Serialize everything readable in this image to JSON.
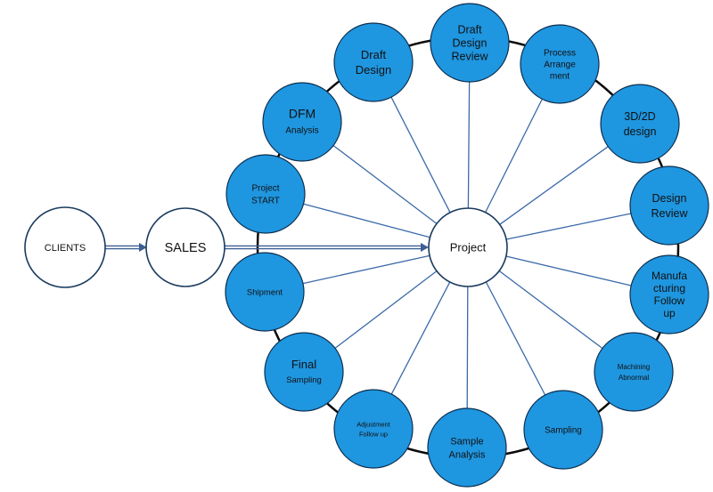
{
  "colors": {
    "node_fill": "#1f96e0",
    "node_stroke": "#0d2f4f",
    "ring": "#0a0a0a",
    "spoke": "#3b6aa8",
    "arrow": "#3d5e93",
    "white_node_stroke": "#1a3a5e"
  },
  "clients": {
    "lines": [
      "CLIENTS"
    ]
  },
  "sales": {
    "lines": [
      "SALES"
    ]
  },
  "project": {
    "lines": [
      "Project"
    ]
  },
  "stages": [
    {
      "id": "draft-design-review",
      "lines": [
        "Draft",
        "Design",
        "Review"
      ]
    },
    {
      "id": "process-arrangement",
      "lines": [
        "Process",
        "Arrange",
        "ment"
      ]
    },
    {
      "id": "3d-2d-design",
      "lines": [
        "3D/2D",
        "design"
      ]
    },
    {
      "id": "design-review",
      "lines": [
        "Design",
        "Review"
      ]
    },
    {
      "id": "manufacturing-follow-up",
      "lines": [
        "Manufa",
        "cturing",
        "Follow",
        "up"
      ]
    },
    {
      "id": "machining-abnormal",
      "lines": [
        "Machining",
        "Abnormal"
      ]
    },
    {
      "id": "sampling",
      "lines": [
        "Sampling"
      ]
    },
    {
      "id": "sample-analysis",
      "lines": [
        "Sample",
        "Analysis"
      ]
    },
    {
      "id": "adjustment-follow-up",
      "lines": [
        "Adjustment",
        "Follow up"
      ]
    },
    {
      "id": "final-sampling",
      "lines": [
        "Final",
        "Sampling"
      ]
    },
    {
      "id": "shipment",
      "lines": [
        "Shipment"
      ]
    },
    {
      "id": "project-start",
      "lines": [
        "Project",
        "START"
      ]
    },
    {
      "id": "dfm-analysis",
      "lines": [
        "DFM",
        "Analysis"
      ]
    },
    {
      "id": "draft-design",
      "lines": [
        "Draft",
        "Design"
      ]
    }
  ]
}
